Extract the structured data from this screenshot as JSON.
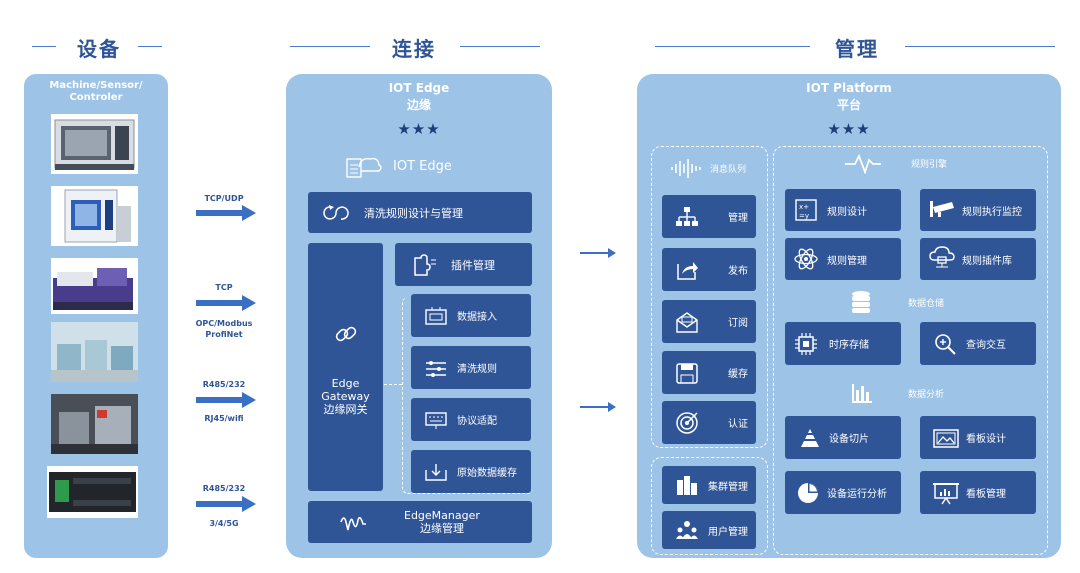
{
  "sections": {
    "devices": "设备",
    "connect": "连接",
    "manage": "管理"
  },
  "devices_panel": {
    "title_line1": "Machine/Sensor/",
    "title_line2": "Controler",
    "images": [
      "cnc-machine",
      "machining-center",
      "injection-molding-machine",
      "production-line",
      "factory-floor",
      "plc-controller"
    ]
  },
  "connections": [
    {
      "top": "TCP/UDP",
      "bottom": ""
    },
    {
      "top": "TCP",
      "bottom": "OPC/Modbus\nProfiNet"
    },
    {
      "top": "R485/232",
      "bottom": "RJ45/wifi"
    },
    {
      "top": "R485/232",
      "bottom": "3/4/5G"
    }
  ],
  "edge": {
    "title": "IOT Edge",
    "subtitle": "边缘",
    "stars": "★★★",
    "logo_text": "IOT Edge",
    "cleaning_design": "清洗规则设计与管理",
    "gateway_line1": "Edge",
    "gateway_line2": "Gateway",
    "gateway_line3": "边缘网关",
    "plugin_mgmt": "插件管理",
    "sub_items": [
      "数据接入",
      "清洗规则",
      "协议适配",
      "原始数据缓存"
    ],
    "manager_line1": "EdgeManager",
    "manager_line2": "边缘管理"
  },
  "platform": {
    "title": "IOT Platform",
    "subtitle": "平台",
    "stars": "★★★",
    "mq_label": "消息队列",
    "mq_items": [
      "管理",
      "发布",
      "订阅",
      "缓存",
      "认证"
    ],
    "bottom_items": [
      "集群管理",
      "用户管理"
    ],
    "rule_engine": "规则引擎",
    "rule_items": [
      "规则设计",
      "规则执行监控",
      "规则管理",
      "规则插件库"
    ],
    "storage": "数据仓储",
    "storage_items": [
      "时序存储",
      "查询交互"
    ],
    "analysis": "数据分析",
    "analysis_items": [
      "设备切片",
      "看板设计",
      "设备运行分析",
      "看板管理"
    ]
  },
  "colors": {
    "panel": "#9dc3e6",
    "box": "#2f5597",
    "title": "#2f5597",
    "arrow": "#3a6fc4"
  }
}
